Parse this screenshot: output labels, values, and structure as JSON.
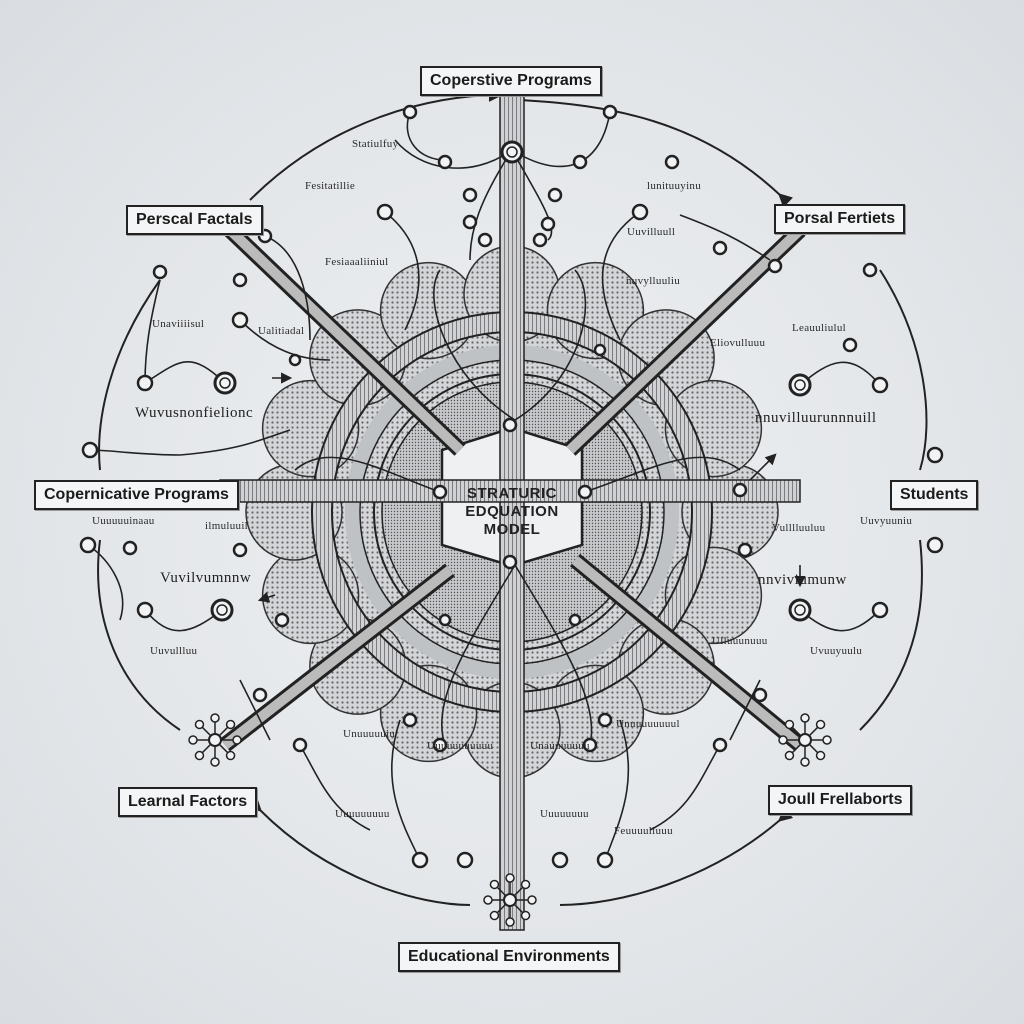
{
  "center": {
    "line1": "STRATURIC",
    "line2": "EDQUATION",
    "line3": "MODEL"
  },
  "boxes": {
    "top": "Coperstive Programs",
    "upper_left": "Perscal Factals",
    "upper_right": "Porsal Fertiets",
    "left": "Copernicative Programs",
    "right": "Students",
    "lower_left": "Learnal Factors",
    "lower_right": "Joull Frellaborts",
    "bottom": "Educational Environments"
  },
  "sublabels": {
    "left_upper": "Wuvusnonfielionc",
    "right_upper": "nnuvilluurunnnuill",
    "left_lower": "Vuvilvumnnw",
    "right_lower": "nnviviumunw"
  },
  "scribbles": [
    "Statiulfuy",
    "Fesitatillie",
    "Fesiaaaliiniul",
    "Unaviiiisul",
    "Ualitiadal",
    "lunituuyinu",
    "Uuvilluull",
    "nuvylluuliu",
    "Leauuliulul",
    "Eliovulluuu",
    "Uuuuuuinaau",
    "ilmuluuil",
    "Vulllluuluu",
    "Uuvyuuniu",
    "Uuvullluu",
    "Ulluuunuuu",
    "Uvuuyuulu",
    "Unuuuuuiu",
    "Unauuuuuuu",
    "Unuuuuuuuul",
    "Uuuuuuuuu",
    "Uuuuuuuu",
    "Feuuuulluuu",
    "Uuuuuuuuuuu"
  ],
  "colors": {
    "ink": "#222222",
    "paper": "#eceef0",
    "shade": "#8a8a8a"
  }
}
